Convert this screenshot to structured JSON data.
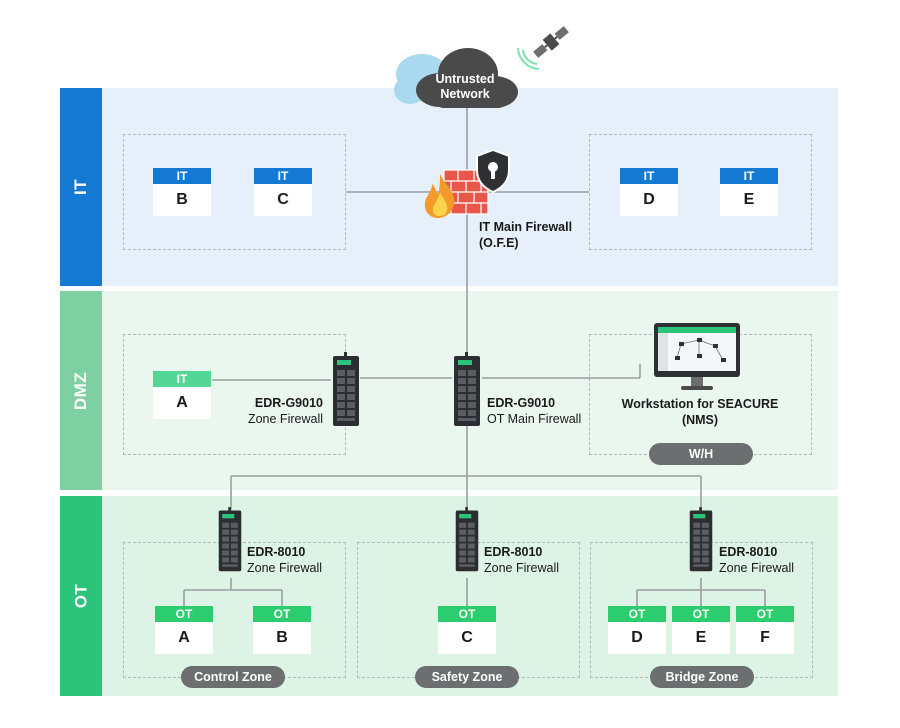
{
  "colors": {
    "it_band": "#e6f0fa",
    "dmz_band": "#e9f7ef",
    "ot_band": "#dcf3e5",
    "it_side": "#1479d2",
    "dmz_side": "#7ed0a2",
    "ot_side": "#2cc47a",
    "it_tile": "#1479d2",
    "dmz_tile": "#54d696",
    "ot_tile": "#2ccd6e",
    "pill": "#6d6e70",
    "cloud": "#4a4a4a",
    "firewall_brick": "#e9574a"
  },
  "layers": {
    "it": "IT",
    "dmz": "DMZ",
    "ot": "OT"
  },
  "cloud": {
    "line1": "Untrusted",
    "line2": "Network"
  },
  "icons": {
    "satellite": "satellite-icon",
    "firewall": "firewall-brick-wall-icon",
    "shield": "shield-lock-icon",
    "flame": "flame-icon",
    "device": "network-switch-icon",
    "monitor": "monitor-icon"
  },
  "it_main_firewall": {
    "line1": "IT Main Firewall",
    "line2": "(O.F.E)"
  },
  "it_tiles": [
    {
      "tag": "IT",
      "name": "B"
    },
    {
      "tag": "IT",
      "name": "C"
    },
    {
      "tag": "IT",
      "name": "D"
    },
    {
      "tag": "IT",
      "name": "E"
    }
  ],
  "dmz": {
    "tile": {
      "tag": "IT",
      "name": "A"
    },
    "zone_fw": {
      "line1": "EDR-G9010",
      "line2": "Zone Firewall"
    },
    "ot_main_fw": {
      "line1": "EDR-G9010",
      "line2": "OT Main Firewall"
    },
    "workstation": {
      "line1": "Workstation for SEACURE",
      "line2": "(NMS)"
    },
    "wh_pill": "W/H"
  },
  "ot": {
    "zones": [
      {
        "device": {
          "line1": "EDR-8010",
          "line2": "Zone Firewall"
        },
        "pill": "Control Zone",
        "tiles": [
          {
            "tag": "OT",
            "name": "A"
          },
          {
            "tag": "OT",
            "name": "B"
          }
        ]
      },
      {
        "device": {
          "line1": "EDR-8010",
          "line2": "Zone Firewall"
        },
        "pill": "Safety Zone",
        "tiles": [
          {
            "tag": "OT",
            "name": "C"
          }
        ]
      },
      {
        "device": {
          "line1": "EDR-8010",
          "line2": "Zone Firewall"
        },
        "pill": "Bridge Zone",
        "tiles": [
          {
            "tag": "OT",
            "name": "D"
          },
          {
            "tag": "OT",
            "name": "E"
          },
          {
            "tag": "OT",
            "name": "F"
          }
        ]
      }
    ]
  }
}
